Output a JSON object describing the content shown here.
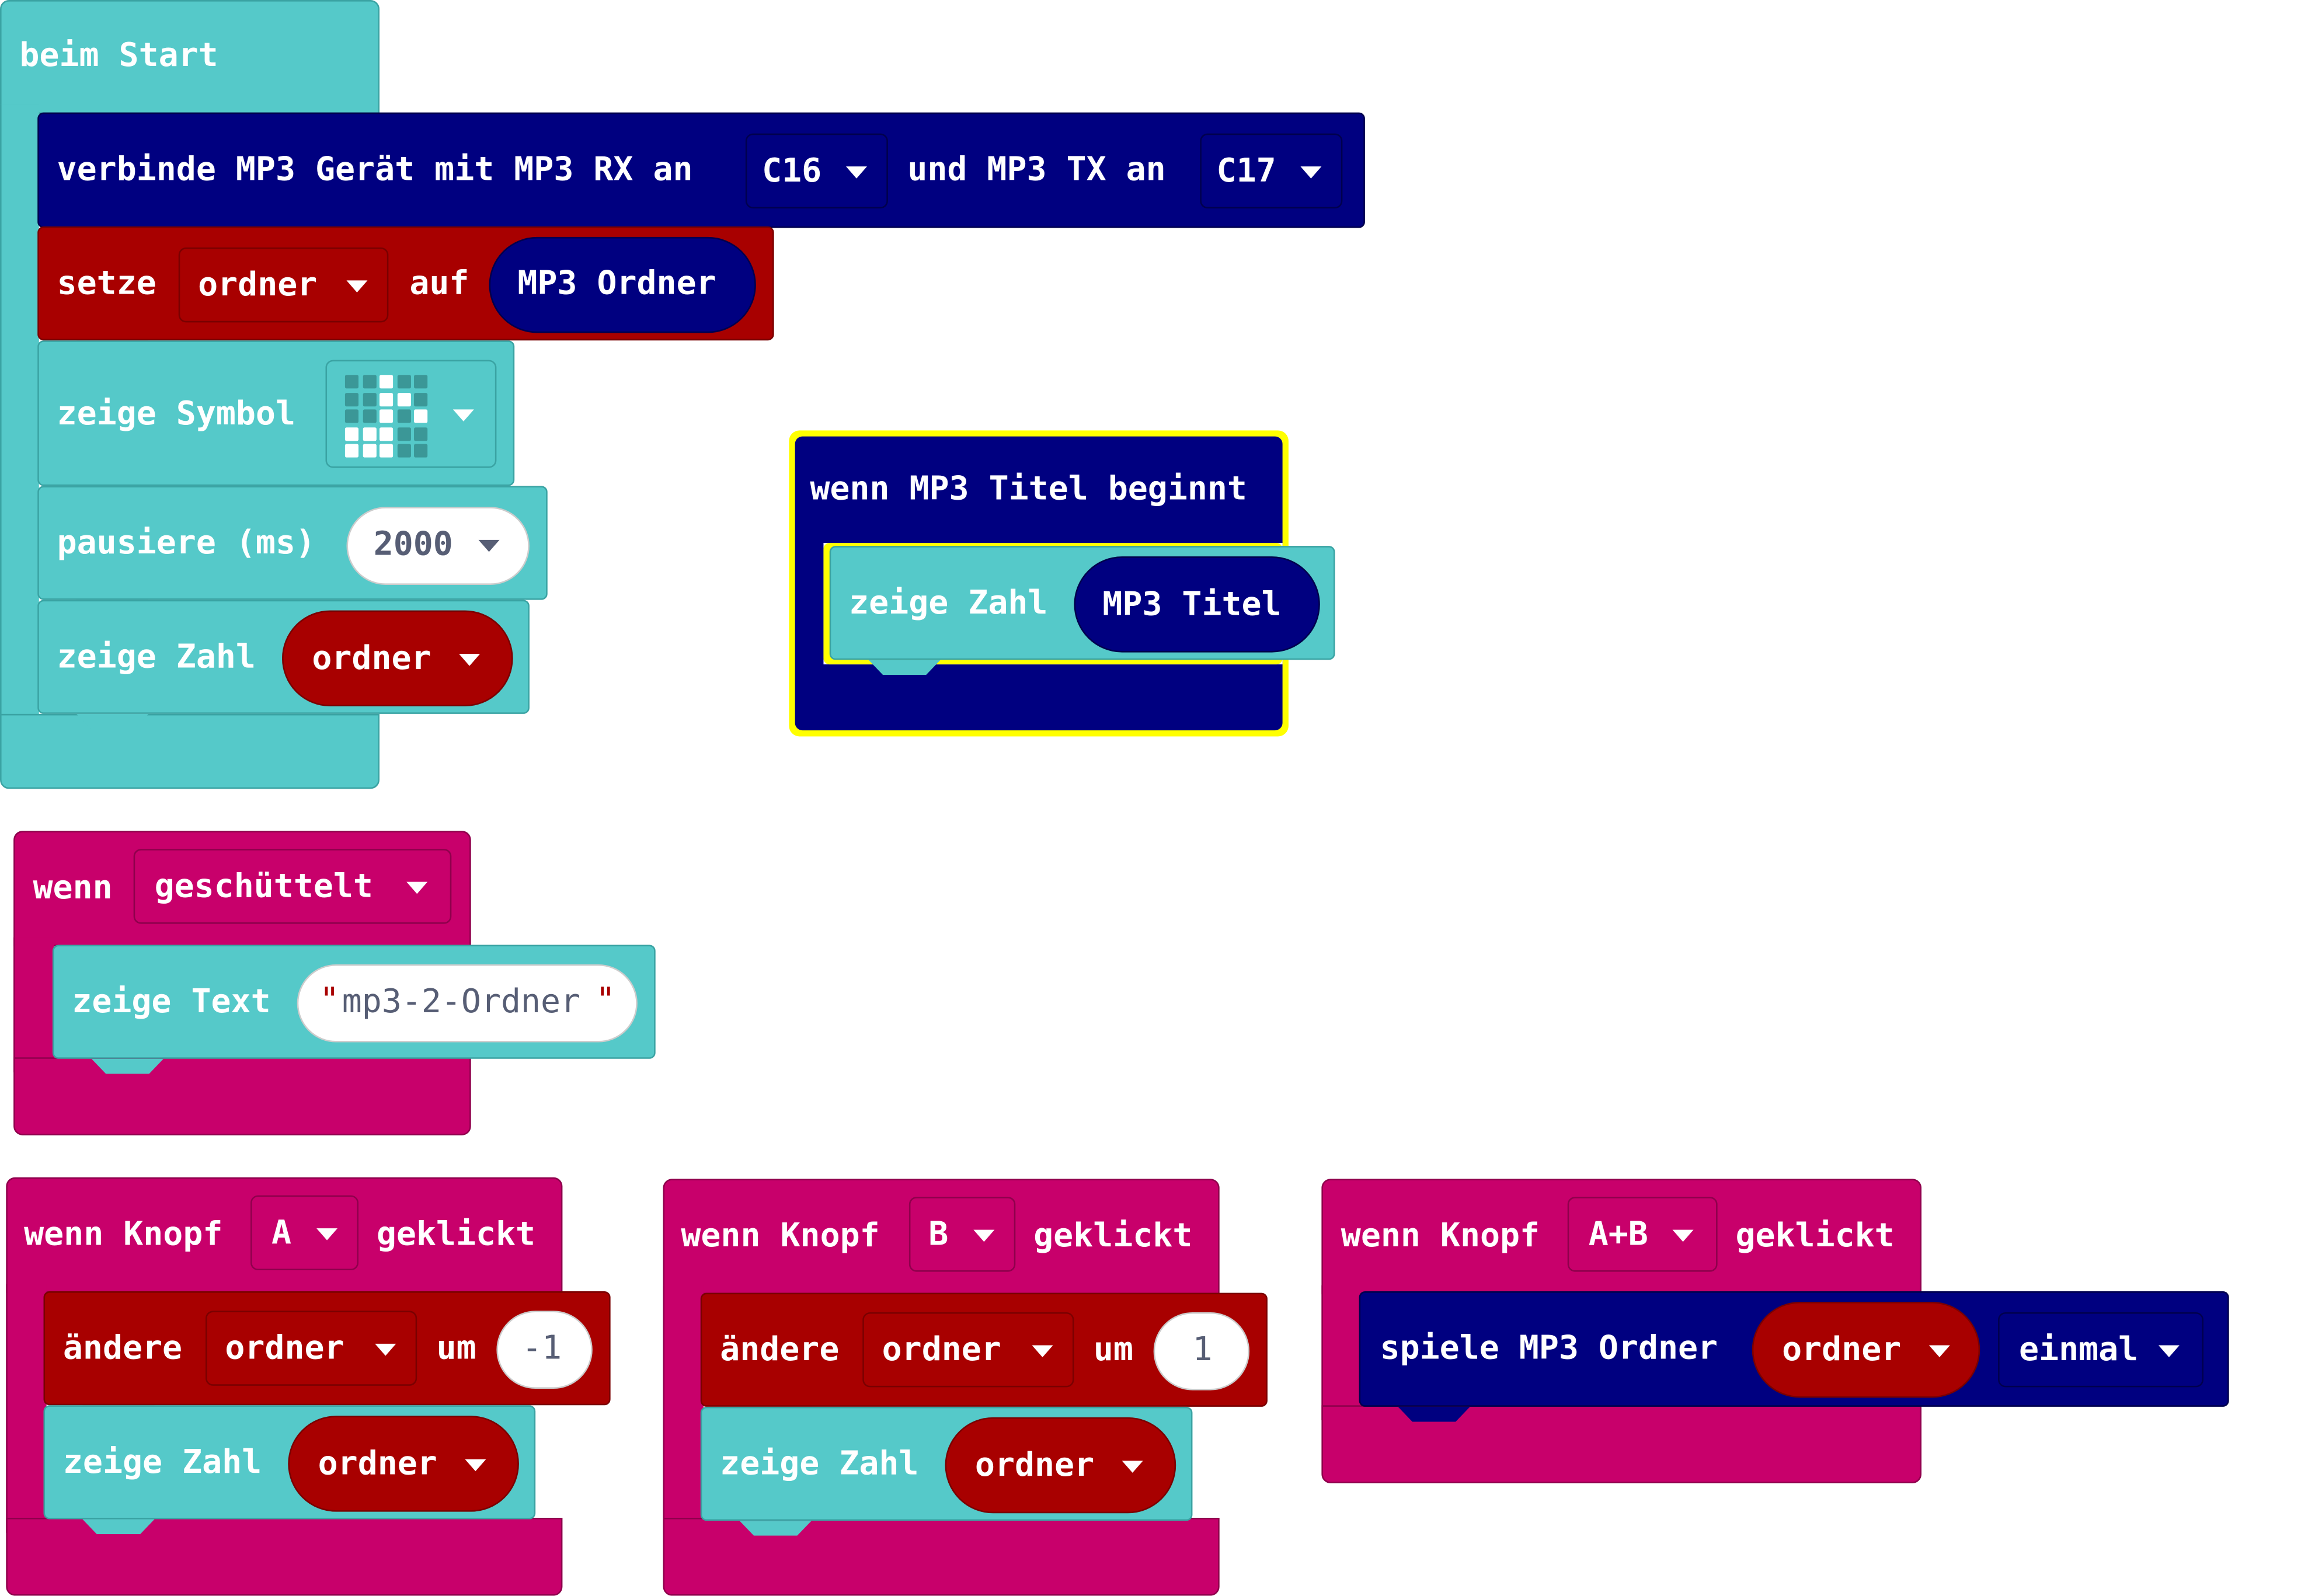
{
  "colors": {
    "basic": "#55c9c9",
    "mp3": "#000080",
    "variables": "#a80000",
    "input": "#c8006b",
    "highlight": "#ffff00"
  },
  "start_block": {
    "hat": "beim Start",
    "connect": {
      "prefix": "verbinde MP3 Gerät mit MP3 RX an",
      "rx": "C16",
      "middle": "und MP3 TX an",
      "tx": "C17"
    },
    "set_var": {
      "verb": "setze",
      "var": "ordner",
      "to": "auf",
      "value": "MP3 Ordner"
    },
    "show_icon": {
      "label": "zeige Symbol",
      "icon": "music-note-icon"
    },
    "pause": {
      "label": "pausiere (ms)",
      "value": "2000"
    },
    "show_number": {
      "label": "zeige Zahl",
      "var": "ordner"
    }
  },
  "track_event": {
    "hat": "wenn MP3 Titel beginnt",
    "show_number": {
      "label": "zeige Zahl",
      "value": "MP3 Titel"
    }
  },
  "shake_event": {
    "wenn": "wenn",
    "gesture": "geschüttelt",
    "show_text": {
      "label": "zeige Text",
      "open_quote": "\"",
      "value": "mp3-2-Ordner",
      "close_quote": "\""
    }
  },
  "button_a": {
    "wenn": "wenn Knopf",
    "button": "A",
    "event": "geklickt",
    "change": {
      "verb": "ändere",
      "var": "ordner",
      "by": "um",
      "value": "-1"
    },
    "show_number": {
      "label": "zeige Zahl",
      "var": "ordner"
    }
  },
  "button_b": {
    "wenn": "wenn Knopf",
    "button": "B",
    "event": "geklickt",
    "change": {
      "verb": "ändere",
      "var": "ordner",
      "by": "um",
      "value": "1"
    },
    "show_number": {
      "label": "zeige Zahl",
      "var": "ordner"
    }
  },
  "button_ab": {
    "wenn": "wenn Knopf",
    "button": "A+B",
    "event": "geklickt",
    "play": {
      "label": "spiele MP3 Ordner",
      "var": "ordner",
      "mode": "einmal"
    }
  }
}
